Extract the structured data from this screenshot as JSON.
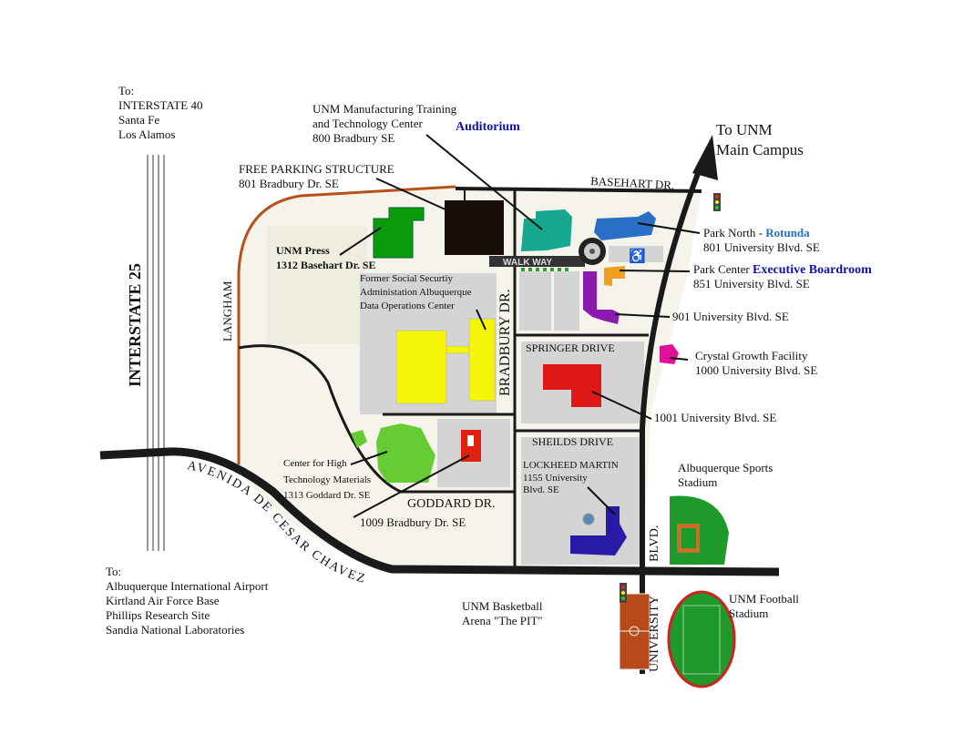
{
  "directions": {
    "north": {
      "to": "To:",
      "lines": [
        "INTERSTATE 40",
        "Santa Fe",
        "Los Alamos"
      ]
    },
    "south": {
      "to": "To:",
      "lines": [
        "Albuquerque International Airport",
        "Kirtland Air Force Base",
        "Phillips Research Site",
        "Sandia National Laboratories"
      ]
    },
    "main_campus": [
      "To UNM",
      "Main Campus"
    ]
  },
  "roads": {
    "interstate": "INTERSTATE 25",
    "langham": "LANGHAM",
    "basehart": "BASEHART DR.",
    "bradbury": "BRADBURY DR.",
    "springer": "SPRINGER DRIVE",
    "sheilds": "SHEILDS DRIVE",
    "goddard": "GODDARD DR.",
    "cesar_chavez": "AVENIDA DE CESAR CHAVEZ",
    "university_lower": "UNIVERSITY",
    "university_upper": "BLVD.",
    "walkway": "WALK WAY"
  },
  "places": {
    "mtc": {
      "lines": [
        "UNM Manufacturing Training",
        "and Technology Center",
        "800 Bradbury SE"
      ],
      "highlight": "Auditorium"
    },
    "parking": {
      "lines": [
        "FREE PARKING STRUCTURE",
        "801 Bradbury Dr. SE"
      ]
    },
    "press": {
      "lines": [
        "UNM Press",
        "1312 Basehart Dr. SE"
      ]
    },
    "ssa": {
      "lines": [
        "Former Social Securtiy",
        "Administation Albuquerque",
        "Data Operations Center"
      ]
    },
    "park_north": {
      "name": "Park North - ",
      "highlight": "Rotunda",
      "address": "801 University Blvd. SE"
    },
    "park_center": {
      "name": "Park Center ",
      "highlight": "Executive Boardroom",
      "address": "851 University Blvd. SE"
    },
    "u901": {
      "address": "901 University Blvd. SE"
    },
    "crystal": {
      "lines": [
        "Crystal Growth Facility",
        "1000 University Blvd. SE"
      ]
    },
    "u1001": {
      "address": "1001 University Blvd. SE"
    },
    "chtm": {
      "lines": [
        "Center for High",
        "Technology Materials",
        "1313 Goddard Dr. SE"
      ]
    },
    "b1009": {
      "address": "1009 Bradbury Dr. SE"
    },
    "lockheed": {
      "lines": [
        "LOCKHEED MARTIN",
        "1155 University",
        "Blvd. SE"
      ]
    },
    "sports": {
      "lines": [
        "Albuquerque Sports",
        "Stadium"
      ]
    },
    "pit": {
      "lines": [
        "UNM Basketball",
        "Arena \"The PIT\""
      ]
    },
    "football": {
      "lines": [
        "UNM Football",
        "Stadium"
      ]
    }
  },
  "colors": {
    "press": "#0a9a0a",
    "parking": "#1a0e0a",
    "mtc": "#17a88f",
    "park_north": "#2a6ec8",
    "park_center": "#f0a020",
    "u901": "#8a1ab0",
    "ssa": "#f5f50a",
    "u1001": "#e01818",
    "crystal": "#e0109a",
    "chtm": "#66cc33",
    "b1009": "#e02010",
    "lockheed": "#2a1aa8",
    "langham_road": "#b8501a"
  }
}
